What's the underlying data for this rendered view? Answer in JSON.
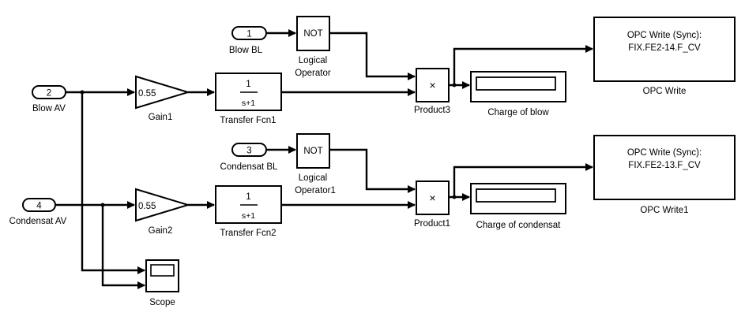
{
  "diagram": {
    "type": "simulink-block-diagram",
    "line_color": "#000000",
    "background": "#ffffff",
    "inports": [
      {
        "id": "in1",
        "number": "1",
        "label": "Blow BL"
      },
      {
        "id": "in2",
        "number": "2",
        "label": "Blow AV"
      },
      {
        "id": "in3",
        "number": "3",
        "label": "Condensat BL"
      },
      {
        "id": "in4",
        "number": "4",
        "label": "Condensat AV"
      }
    ],
    "gains": [
      {
        "id": "gain1",
        "value": "0.55",
        "label": "Gain1"
      },
      {
        "id": "gain2",
        "value": "0.55",
        "label": "Gain2"
      }
    ],
    "transfer_fcns": [
      {
        "id": "tf1",
        "numerator": "1",
        "denominator": "s+1",
        "label": "Transfer Fcn1"
      },
      {
        "id": "tf2",
        "numerator": "1",
        "denominator": "s+1",
        "label": "Transfer Fcn2"
      }
    ],
    "logical_operators": [
      {
        "id": "not1",
        "operator": "NOT",
        "label_line1": "Logical",
        "label_line2": "Operator"
      },
      {
        "id": "not2",
        "operator": "NOT",
        "label_line1": "Logical",
        "label_line2": "Operator1"
      }
    ],
    "products": [
      {
        "id": "prod3",
        "symbol": "×",
        "label": "Product3"
      },
      {
        "id": "prod1",
        "symbol": "×",
        "label": "Product1"
      }
    ],
    "displays": [
      {
        "id": "disp1",
        "label": "Charge of blow"
      },
      {
        "id": "disp2",
        "label": "Charge of condensat"
      }
    ],
    "opc_writes": [
      {
        "id": "opc1",
        "line1": "OPC Write (Sync):",
        "line2": "FIX.FE2-14.F_CV",
        "label": "OPC Write"
      },
      {
        "id": "opc2",
        "line1": "OPC Write (Sync):",
        "line2": "FIX.FE2-13.F_CV",
        "label": "OPC Write1"
      }
    ],
    "scope": {
      "id": "scope",
      "label": "Scope"
    },
    "connections": [
      {
        "from": "in1",
        "to": "not1"
      },
      {
        "from": "in2",
        "to": "gain1"
      },
      {
        "from": "gain1",
        "to": "tf1"
      },
      {
        "from": "not1",
        "to": "prod3",
        "port": 1
      },
      {
        "from": "tf1",
        "to": "prod3",
        "port": 2
      },
      {
        "from": "prod3",
        "to": "disp1"
      },
      {
        "from": "prod3",
        "to": "opc1"
      },
      {
        "from": "in3",
        "to": "not2"
      },
      {
        "from": "in4",
        "to": "gain2"
      },
      {
        "from": "gain2",
        "to": "tf2"
      },
      {
        "from": "not2",
        "to": "prod1",
        "port": 1
      },
      {
        "from": "tf2",
        "to": "prod1",
        "port": 2
      },
      {
        "from": "prod1",
        "to": "disp2"
      },
      {
        "from": "prod1",
        "to": "opc2"
      },
      {
        "from": "in2",
        "to": "scope",
        "port": 1
      },
      {
        "from": "in4",
        "to": "scope",
        "port": 2
      }
    ]
  }
}
